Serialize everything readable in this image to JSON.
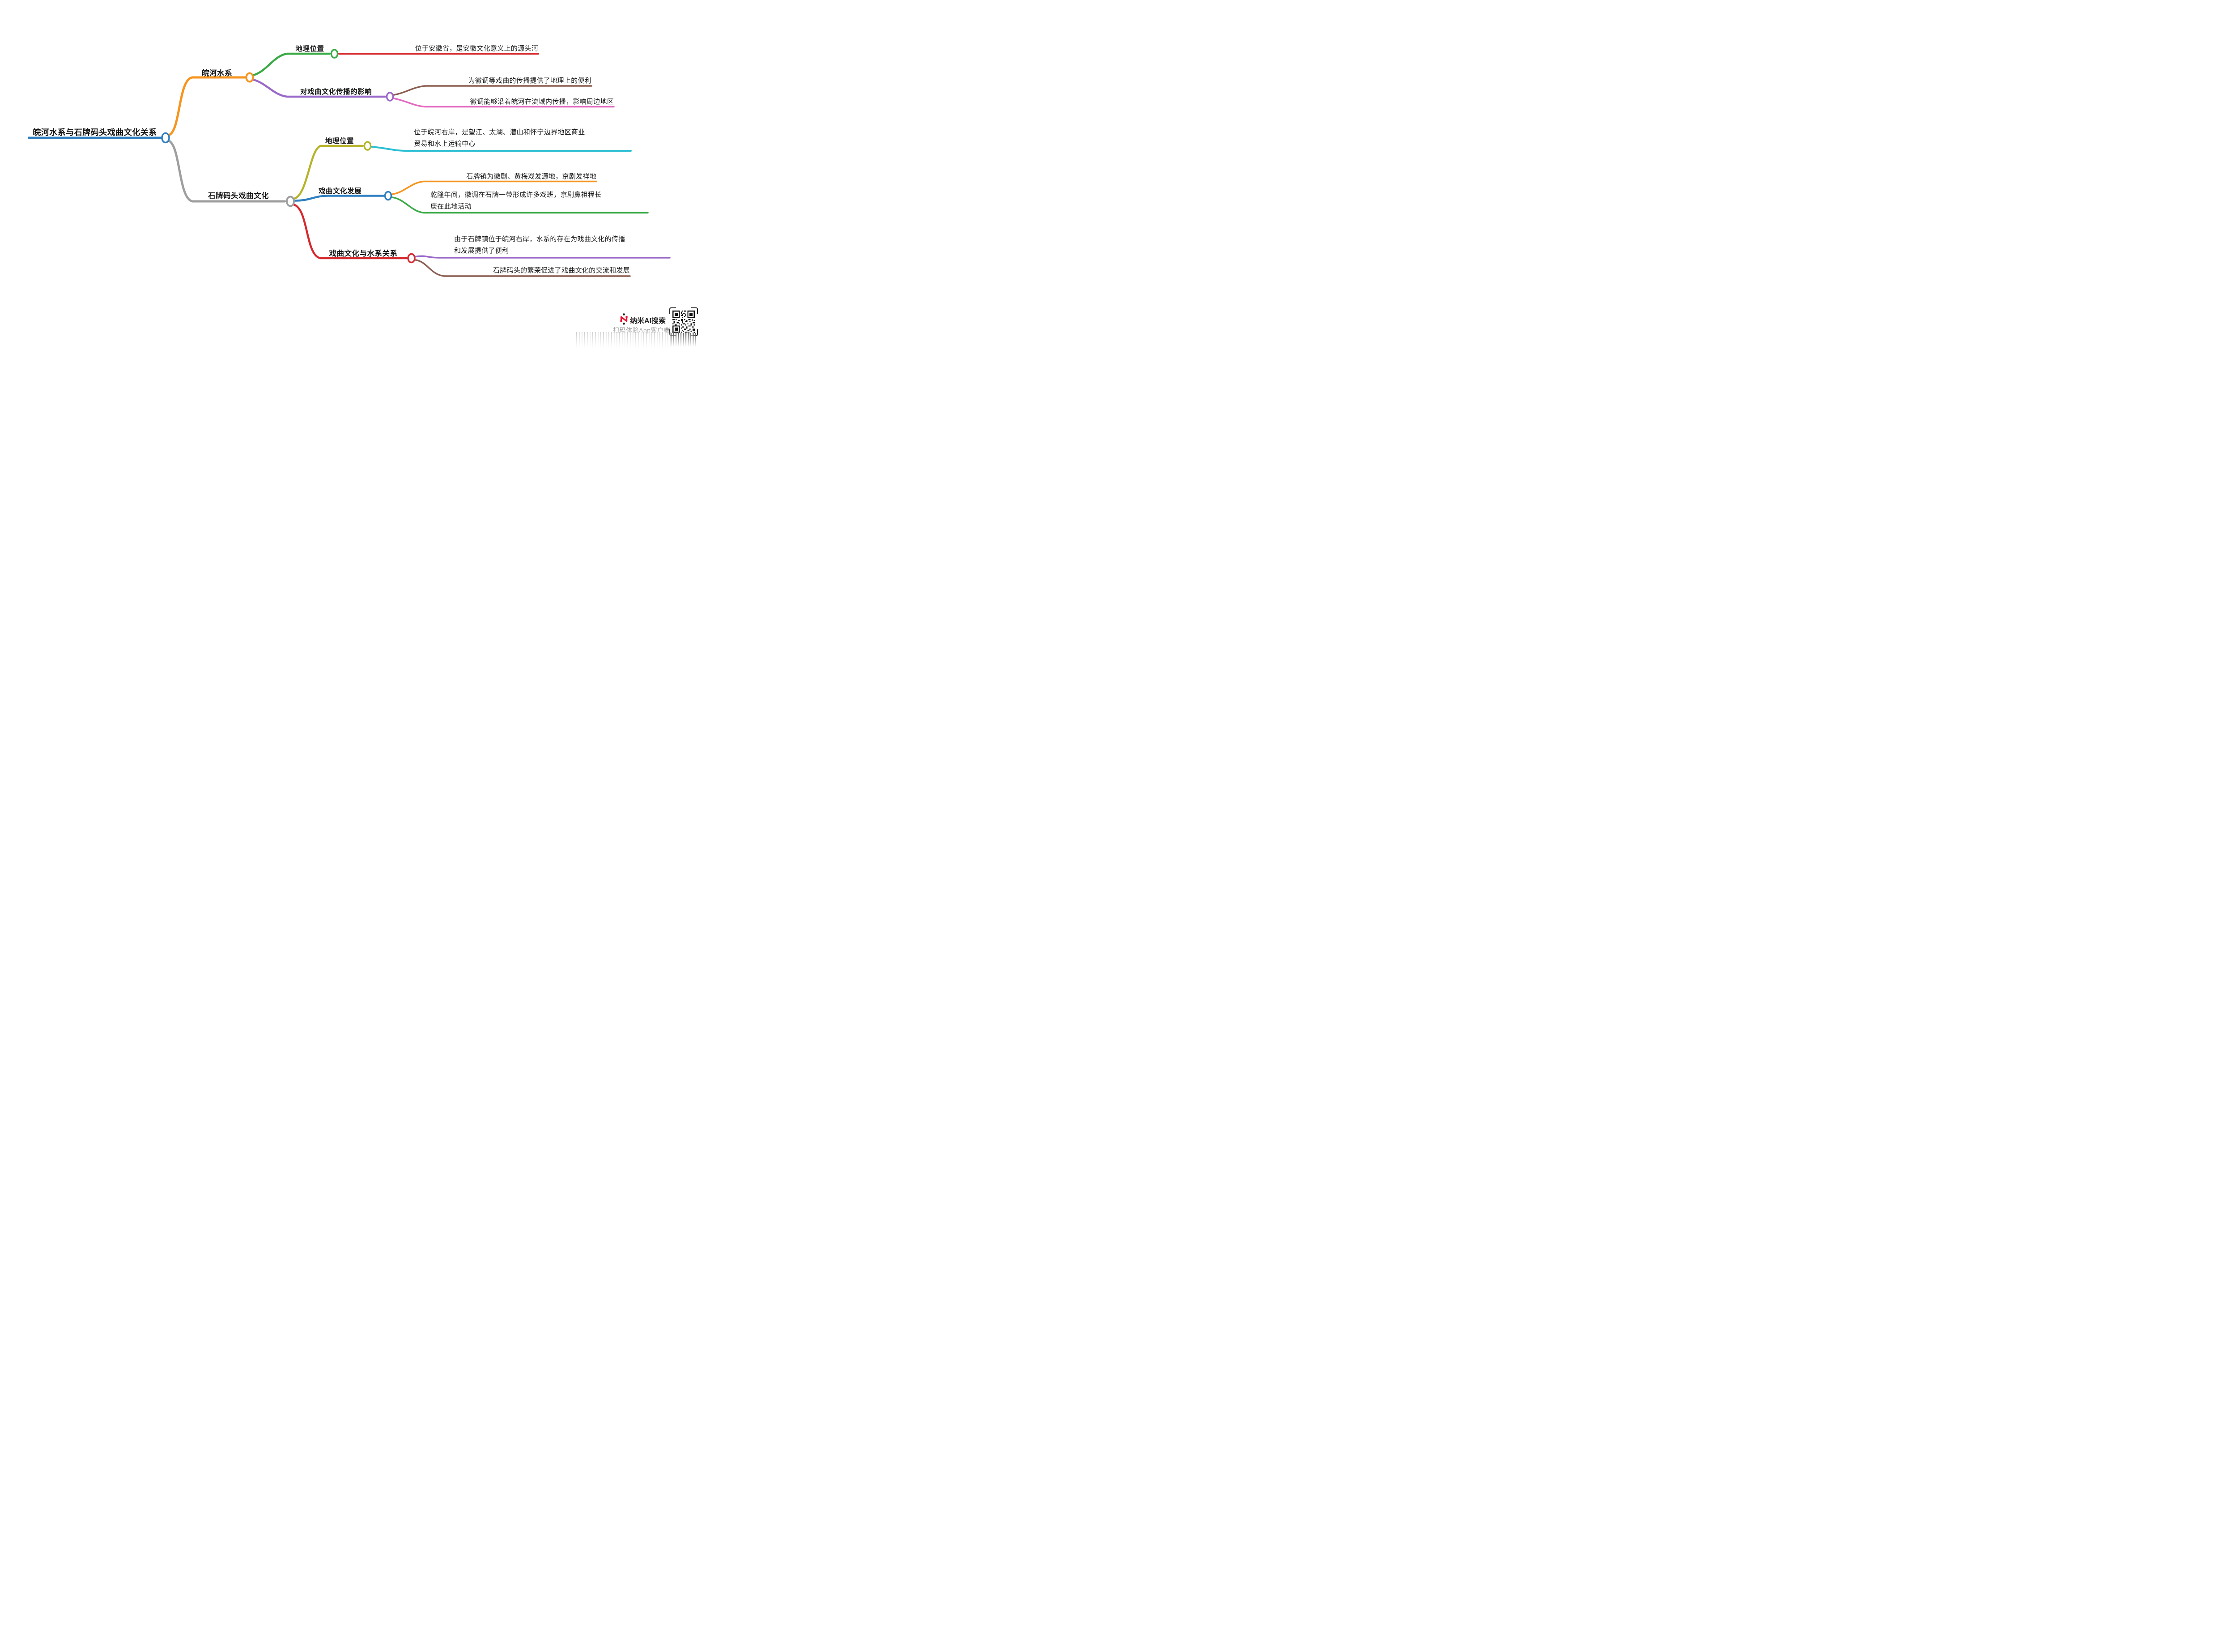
{
  "root": {
    "label": "皖河水系与石牌码头戏曲文化关系"
  },
  "branches": [
    {
      "label": "皖河水系",
      "children": [
        {
          "label": "地理位置",
          "leaves": [
            "位于安徽省，是安徽文化意义上的源头河"
          ]
        },
        {
          "label": "对戏曲文化传播的影响",
          "leaves": [
            "为徽调等戏曲的传播提供了地理上的便利",
            "徽调能够沿着皖河在流域内传播，影响周边地区"
          ]
        }
      ]
    },
    {
      "label": "石牌码头戏曲文化",
      "children": [
        {
          "label": "地理位置",
          "leaves": [
            "位于皖河右岸，是望江、太湖、潜山和怀宁边界地区商业\n贸易和水上运输中心"
          ]
        },
        {
          "label": "戏曲文化发展",
          "leaves": [
            "石牌镇为徽剧、黄梅戏发源地，京剧发祥地",
            "乾隆年间，徽调在石牌一带形成许多戏班，京剧鼻祖程长\n庚在此地活动"
          ]
        },
        {
          "label": "戏曲文化与水系关系",
          "leaves": [
            "由于石牌镇位于皖河右岸，水系的存在为戏曲文化的传播\n和发展提供了便利",
            "石牌码头的繁荣促进了戏曲文化的交流和发展"
          ]
        }
      ]
    }
  ],
  "branding": {
    "logo_text": "纳米AI搜索",
    "caption": "扫码体验App客户端",
    "qr_icon": "qr-code"
  },
  "colors": {
    "root_blue": "#2e7fc1",
    "orange": "#f7941d",
    "green": "#3aaa45",
    "red": "#d7282d",
    "purple": "#9a68c9",
    "brown": "#8b5e51",
    "pink": "#e36ac1",
    "gray": "#9e9e9e",
    "olive": "#b6b32b",
    "cyan": "#2abfd3",
    "logo_red": "#e8112d"
  }
}
